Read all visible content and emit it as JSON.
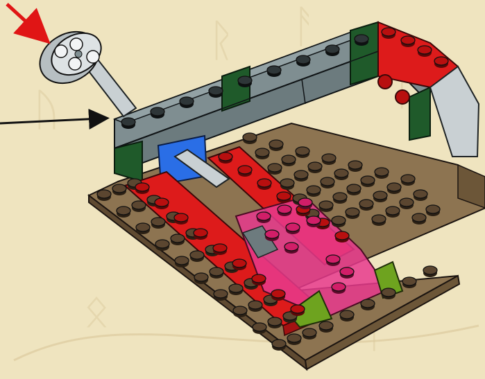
{
  "scene": {
    "subject": "lego-build-step",
    "background": {
      "base_color": "#efe4bf",
      "pattern_color": "#d9c799",
      "pattern_glyphs": [
        "ᚢ",
        "ᛟ",
        "ᚱ",
        "ᛏ",
        "ᚾ",
        "ᛁ",
        "ᛗ",
        "ᚨ"
      ]
    },
    "callouts": [
      {
        "name": "red-arrow",
        "color": "#e01515",
        "points_to": "gray-wheel"
      },
      {
        "name": "black-arrow",
        "color": "#111111",
        "points_to": "axle-insertion-hole"
      }
    ],
    "colors": {
      "tan_plate": "#8d7451",
      "tan_stud": "#5b4630",
      "red_brick": "#dd1b1b",
      "red_stud": "#b80f0f",
      "gray_brick": "#78878a",
      "gray_stud": "#2e3638",
      "dark_green": "#1f5a2a",
      "blue_brick": "#2a6ee6",
      "trans_pink": "#e8398d",
      "lime_slope": "#6ea31f",
      "light_gray": "#c9d0d3"
    }
  }
}
